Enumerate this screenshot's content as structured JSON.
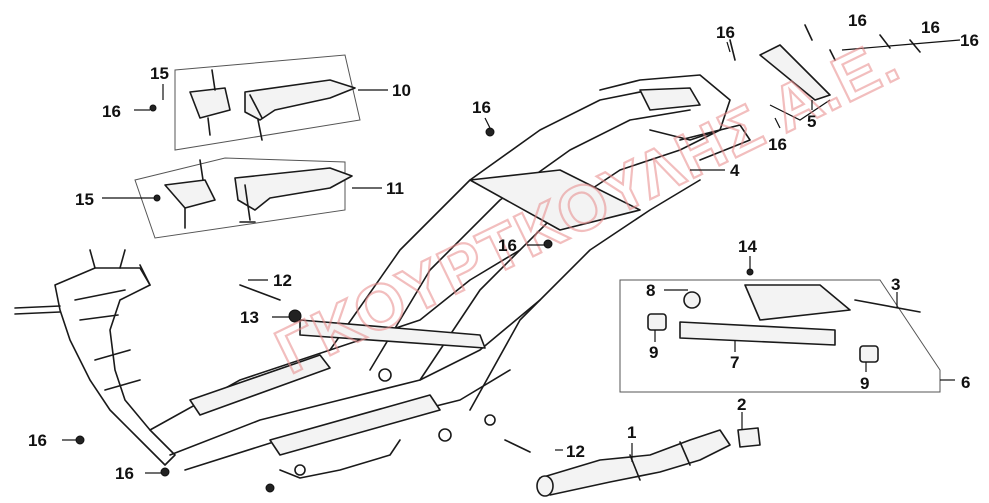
{
  "watermark": "ΓΚΟΥΡΤΚΟΥΛΗΣ Α.Ε.",
  "callouts": {
    "p1": "1",
    "p2": "2",
    "p3": "3",
    "p4": "4",
    "p5": "5",
    "p6": "6",
    "p7": "7",
    "p8": "8",
    "p9a": "9",
    "p9b": "9",
    "p10": "10",
    "p11": "11",
    "p12a": "12",
    "p12b": "12",
    "p13": "13",
    "p14": "14",
    "p15a": "15",
    "p15b": "15",
    "p16a": "16",
    "p16b": "16",
    "p16c": "16",
    "p16d": "16",
    "p16e": "16",
    "p16f": "16",
    "p16g": "16",
    "p16h": "16",
    "p16i": "16",
    "p16j": "16"
  }
}
